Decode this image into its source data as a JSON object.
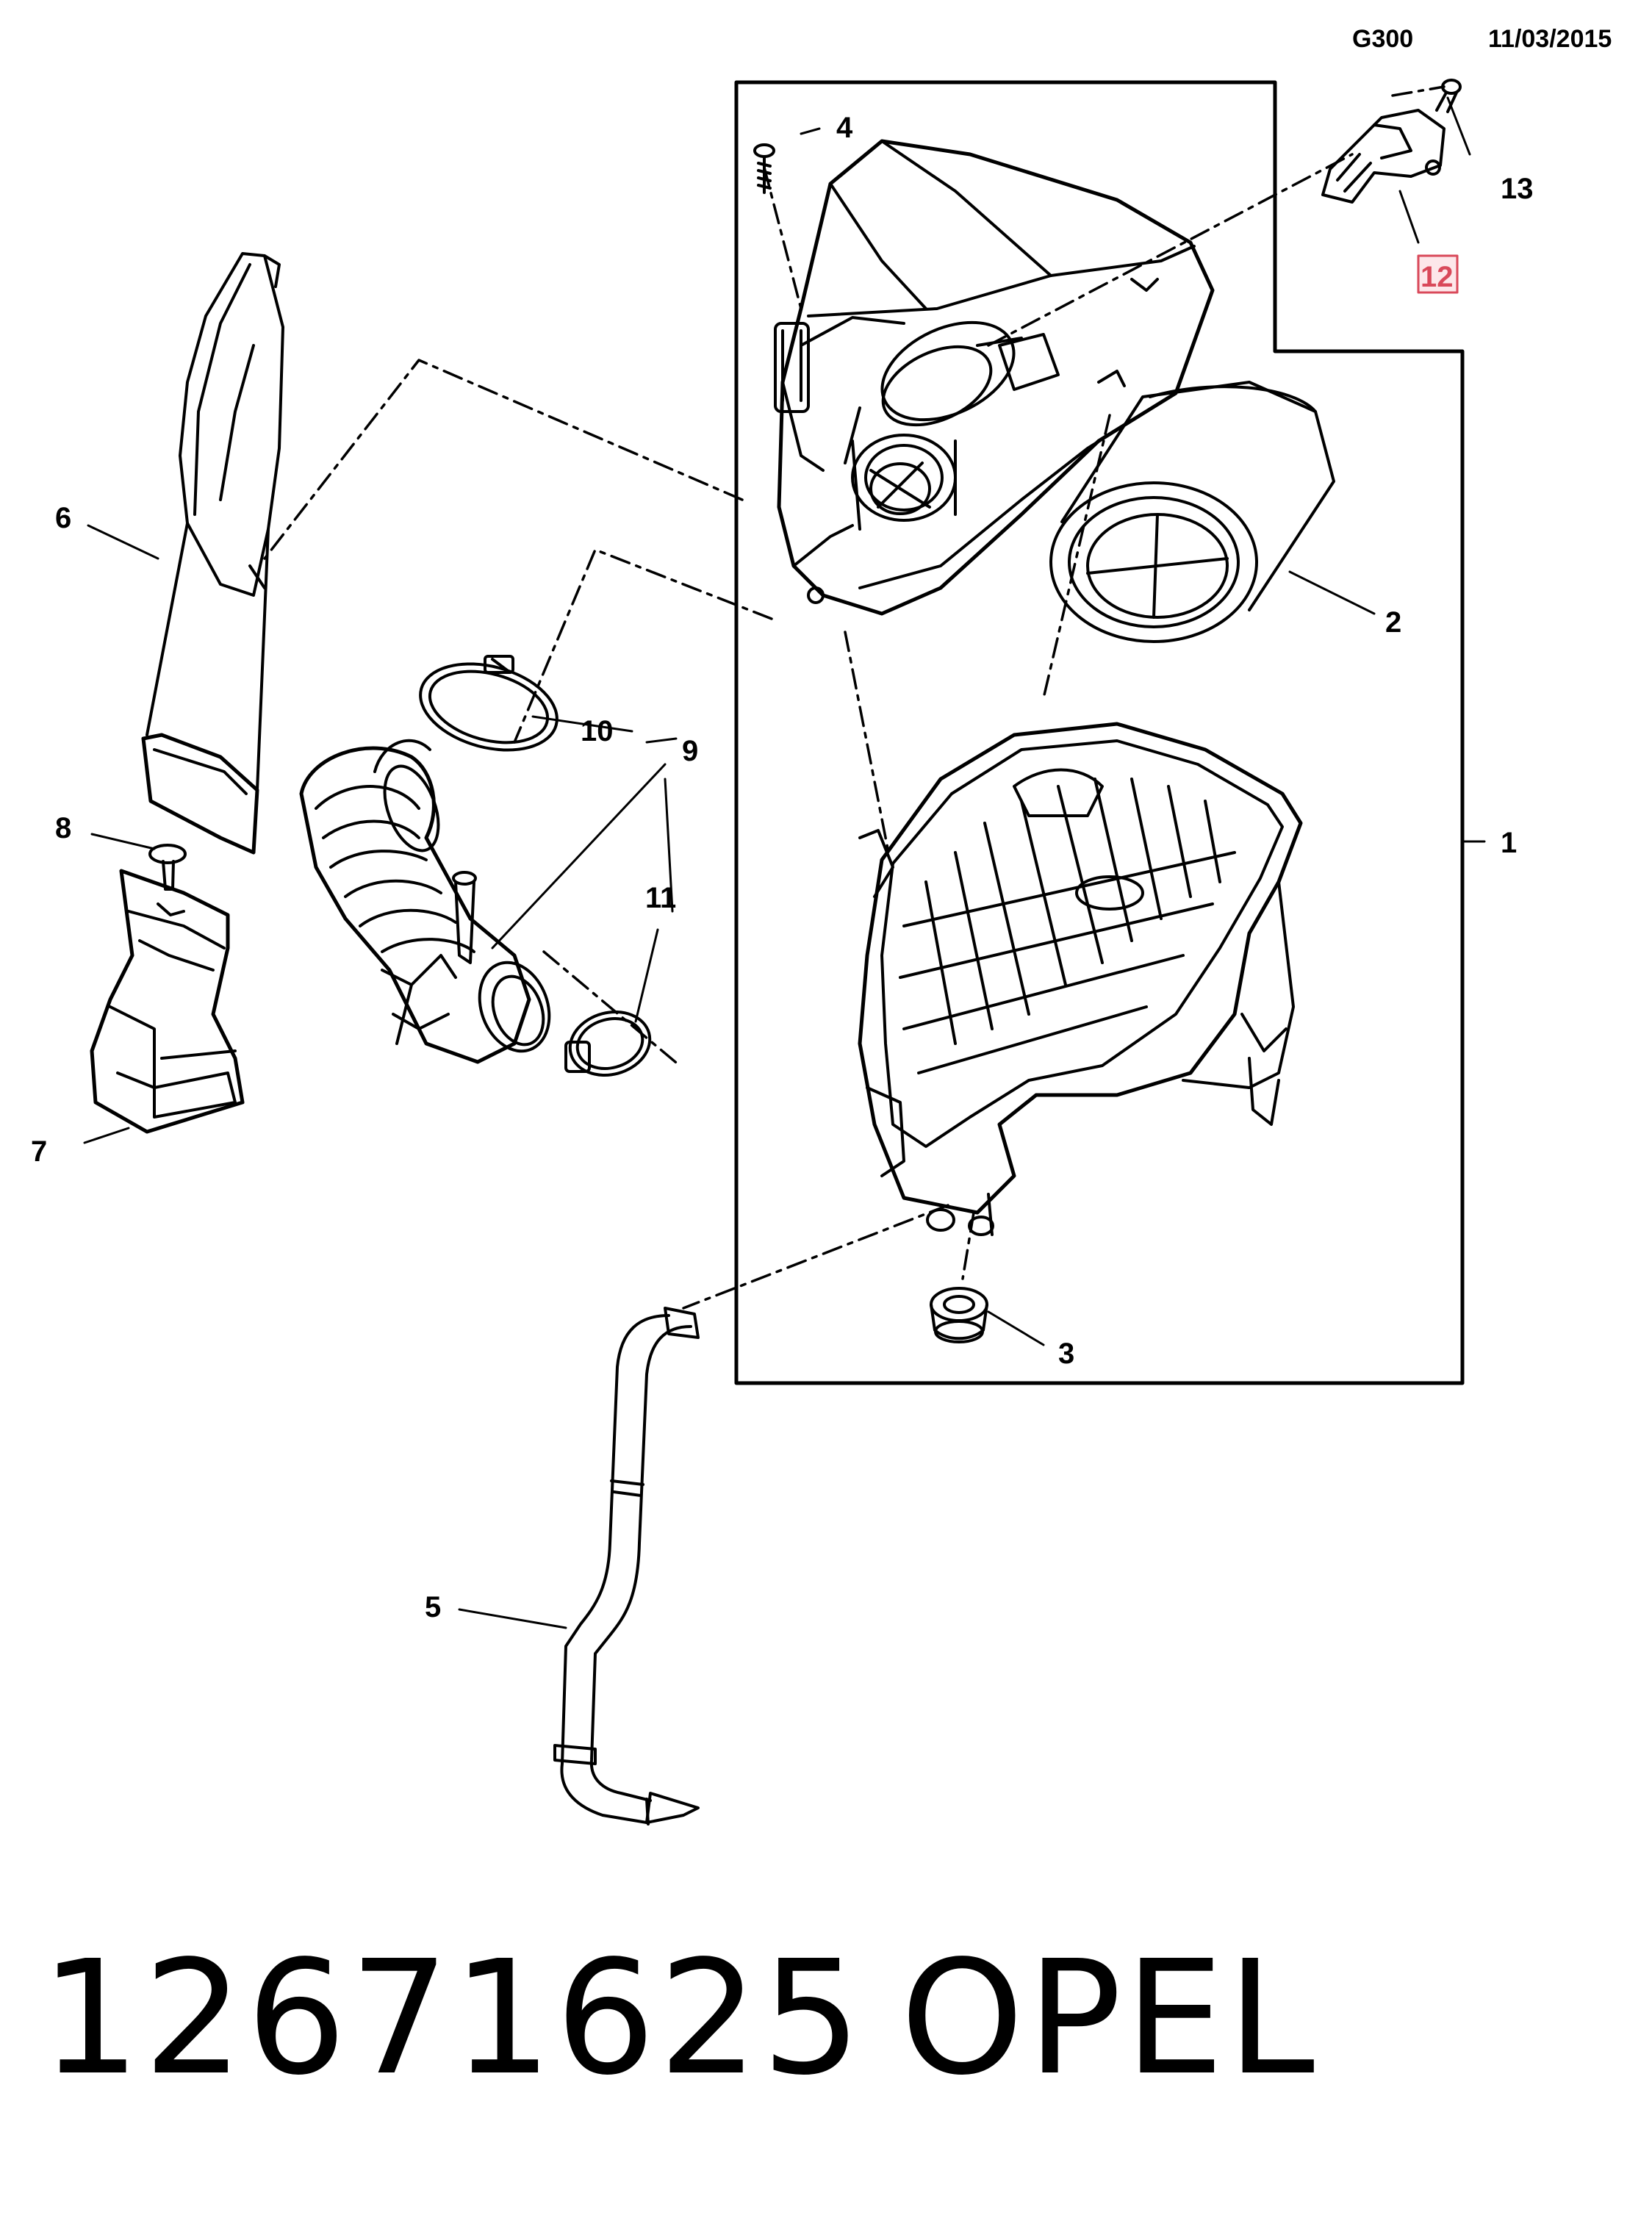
{
  "header": {
    "code": "G300",
    "date": "11/03/2015"
  },
  "footer": {
    "part_number": "12671625",
    "brand": "OPEL"
  },
  "highlight": {
    "callout": "12",
    "color": "#d9495a"
  },
  "callouts": {
    "c1": "1",
    "c2": "2",
    "c3": "3",
    "c4": "4",
    "c5": "5",
    "c6": "6",
    "c7": "7",
    "c8": "8",
    "c9": "9",
    "c10": "10",
    "c11": "11",
    "c12": "12",
    "c13": "13"
  }
}
